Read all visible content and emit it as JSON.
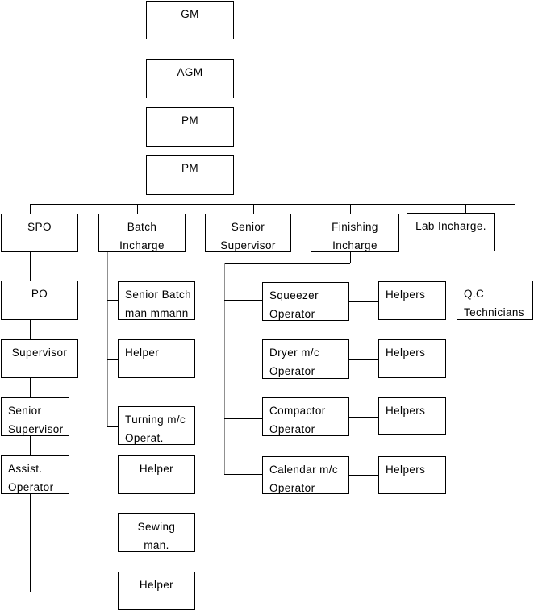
{
  "diagram": {
    "type": "org-chart",
    "colors": {
      "box_border": "#000000",
      "connector": "#000000",
      "trunk_connector": "#909090",
      "background": "#ffffff",
      "text": "#000000"
    },
    "nodes": {
      "gm": {
        "label": "GM"
      },
      "agm": {
        "label": "AGM"
      },
      "pm1": {
        "label": "PM"
      },
      "pm2": {
        "label": "PM"
      },
      "spo": {
        "label": "SPO"
      },
      "batch_incharge": {
        "label": "Batch\nIncharge"
      },
      "senior_supervisor_mid": {
        "label": "Senior\nSupervisor"
      },
      "finishing_incharge": {
        "label": "Finishing\nIncharge"
      },
      "lab_incharge": {
        "label": "Lab Incharge."
      },
      "po": {
        "label": "PO"
      },
      "supervisor": {
        "label": "Supervisor"
      },
      "senior_supervisor_left": {
        "label": "Senior\nSupervisor"
      },
      "assist_operator": {
        "label": "Assist.\nOperator"
      },
      "senior_batchman": {
        "label": "Senior Batch\nman mmann"
      },
      "helper_1": {
        "label": "Helper"
      },
      "turning_operator": {
        "label": "Turning m/c\nOperat."
      },
      "helper_2": {
        "label": "Helper"
      },
      "sewing_man": {
        "label": "Sewing\nman."
      },
      "helper_3": {
        "label": "Helper"
      },
      "squeezer_operator": {
        "label": "Squeezer\nOperator"
      },
      "dryer_operator": {
        "label": "Dryer m/c\nOperator"
      },
      "compactor_operator": {
        "label": "Compactor\nOperator"
      },
      "calendar_operator": {
        "label": "Calendar m/c\nOperator"
      },
      "helpers_1": {
        "label": "Helpers"
      },
      "helpers_2": {
        "label": "Helpers"
      },
      "helpers_3": {
        "label": "Helpers"
      },
      "helpers_4": {
        "label": "Helpers"
      },
      "qc_technicians": {
        "label": "Q.C\nTechnicians"
      }
    }
  }
}
